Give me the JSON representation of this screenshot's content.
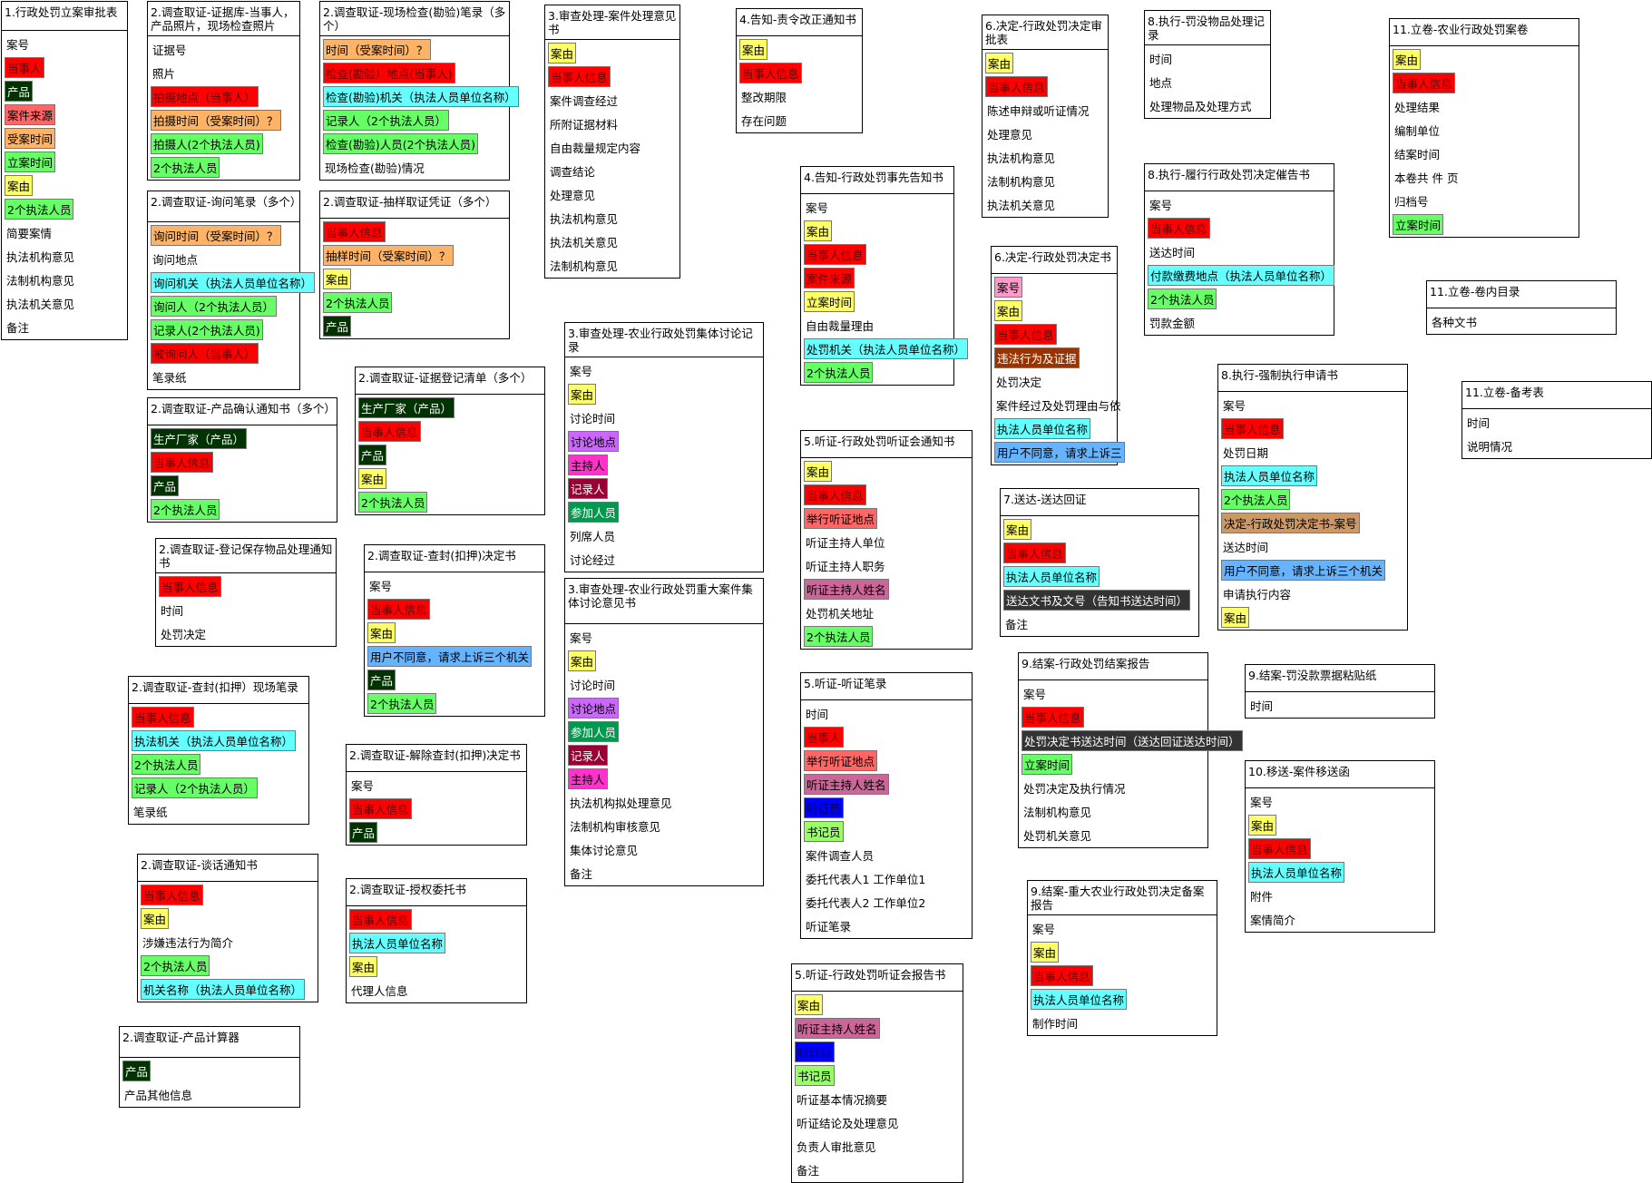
{
  "colors": {
    "red": "#ff0000",
    "yellow": "#ffff66",
    "orange": "#ffb366",
    "green": "#66ff66",
    "cyan": "#66ffff",
    "blue": "#66b3ff",
    "darkgreen": "#003300",
    "purple": "#cc66ff",
    "magenta": "#ff33cc",
    "maroon": "#990033",
    "teal": "#00994d",
    "mauve": "#cc6699",
    "navy": "#0000ff",
    "salmon": "#ff6666",
    "pink": "#ff99cc",
    "limegreen": "#99ff66",
    "olive": "#cc9966",
    "darkred": "#993300",
    "dark": "#333333"
  },
  "boxes": [
    {
      "title": "1.行政处罚立案审批表",
      "items": [
        {
          "t": "案号"
        },
        {
          "t": "当事人",
          "c": "red"
        },
        {
          "t": "产品",
          "c": "darkgreen"
        },
        {
          "t": "案件来源",
          "c": "salmon"
        },
        {
          "t": "受案时间",
          "c": "orange"
        },
        {
          "t": "立案时间",
          "c": "green"
        },
        {
          "t": "案由",
          "c": "yellow"
        },
        {
          "t": "2个执法人员",
          "c": "green"
        },
        {
          "t": "简要案情"
        },
        {
          "t": "执法机构意见"
        },
        {
          "t": "法制机构意见"
        },
        {
          "t": "执法机关意见"
        },
        {
          "t": "备注"
        }
      ]
    },
    {
      "title": "2.调查取证-证据库-当事人，产品照片，现场检查照片",
      "items": [
        {
          "t": "证据号"
        },
        {
          "t": "照片"
        },
        {
          "t": "拍摄地点（当事人）",
          "c": "red"
        },
        {
          "t": "拍摄时间（受案时间）？",
          "c": "orange"
        },
        {
          "t": "拍摄人(2个执法人员)",
          "c": "green"
        },
        {
          "t": "2个执法人员",
          "c": "green"
        }
      ]
    },
    {
      "title": "2.调查取证-询问笔录（多个）",
      "items": [
        {
          "t": "询问时间（受案时间）？",
          "c": "orange"
        },
        {
          "t": "询问地点"
        },
        {
          "t": "询问机关（执法人员单位名称）",
          "c": "cyan"
        },
        {
          "t": "询问人（2个执法人员）",
          "c": "green"
        },
        {
          "t": "记录人(2个执法人员)",
          "c": "green"
        },
        {
          "t": "被询问人（当事人）",
          "c": "red"
        },
        {
          "t": "笔录纸"
        }
      ]
    },
    {
      "title": "2.调查取证-产品确认通知书（多个）",
      "items": [
        {
          "t": "生产厂家（产品）",
          "c": "darkgreen"
        },
        {
          "t": "当事人信息",
          "c": "red"
        },
        {
          "t": "产品",
          "c": "darkgreen"
        },
        {
          "t": "2个执法人员",
          "c": "green"
        }
      ]
    },
    {
      "title": "2.调查取证-登记保存物品处理通知书",
      "items": [
        {
          "t": "当事人信息",
          "c": "red"
        },
        {
          "t": "时间"
        },
        {
          "t": "处罚决定"
        }
      ]
    },
    {
      "title": "2.调查取证-查封(扣押）现场笔录",
      "items": [
        {
          "t": "当事人信息",
          "c": "red"
        },
        {
          "t": "执法机关（执法人员单位名称）",
          "c": "cyan"
        },
        {
          "t": "2个执法人员",
          "c": "green"
        },
        {
          "t": "记录人（2个执法人员）",
          "c": "green"
        },
        {
          "t": "笔录纸"
        }
      ]
    },
    {
      "title": "2.调查取证-谈话通知书",
      "items": [
        {
          "t": "当事人信息",
          "c": "red"
        },
        {
          "t": "案由",
          "c": "yellow"
        },
        {
          "t": "涉嫌违法行为简介"
        },
        {
          "t": "2个执法人员",
          "c": "green"
        },
        {
          "t": "机关名称（执法人员单位名称）",
          "c": "cyan"
        }
      ]
    },
    {
      "title": "2.调查取证-产品计算器",
      "items": [
        {
          "t": "产品",
          "c": "darkgreen"
        },
        {
          "t": "产品其他信息"
        }
      ]
    },
    {
      "title": "2.调查取证-现场检查(勘验)笔录（多个）",
      "items": [
        {
          "t": "时间（受案时间）？",
          "c": "orange"
        },
        {
          "t": "检查(勘验）地点(当事人)",
          "c": "red"
        },
        {
          "t": "检查(勘验)机关（执法人员单位名称）",
          "c": "cyan"
        },
        {
          "t": "记录人（2个执法人员）",
          "c": "green"
        },
        {
          "t": "检查(勘验)人员(2个执法人员)",
          "c": "green"
        },
        {
          "t": "现场检查(勘验)情况"
        }
      ]
    },
    {
      "title": "2.调查取证-抽样取证凭证（多个）",
      "items": [
        {
          "t": "当事人信息",
          "c": "red"
        },
        {
          "t": "抽样时间（受案时间）？",
          "c": "orange"
        },
        {
          "t": "案由",
          "c": "yellow"
        },
        {
          "t": "2个执法人员",
          "c": "green"
        },
        {
          "t": "产品",
          "c": "darkgreen"
        }
      ]
    },
    {
      "title": "2.调查取证-证据登记清单（多个）",
      "items": [
        {
          "t": "生产厂家（产品）",
          "c": "darkgreen"
        },
        {
          "t": "当事人信息",
          "c": "red"
        },
        {
          "t": "产品",
          "c": "darkgreen"
        },
        {
          "t": "案由",
          "c": "yellow"
        },
        {
          "t": "2个执法人员",
          "c": "green"
        }
      ]
    },
    {
      "title": "2.调查取证-查封(扣押)决定书",
      "items": [
        {
          "t": "案号"
        },
        {
          "t": "当事人信息",
          "c": "red"
        },
        {
          "t": "案由",
          "c": "yellow"
        },
        {
          "t": "用户不同意，请求上诉三个机关",
          "c": "blue"
        },
        {
          "t": "产品",
          "c": "darkgreen"
        },
        {
          "t": "2个执法人员",
          "c": "green"
        }
      ]
    },
    {
      "title": "2.调查取证-解除查封(扣押)决定书",
      "items": [
        {
          "t": "案号"
        },
        {
          "t": "当事人信息",
          "c": "red"
        },
        {
          "t": "产品",
          "c": "darkgreen"
        }
      ]
    },
    {
      "title": "2.调查取证-授权委托书",
      "items": [
        {
          "t": "当事人信息",
          "c": "red"
        },
        {
          "t": "执法人员单位名称",
          "c": "cyan"
        },
        {
          "t": "案由",
          "c": "yellow"
        },
        {
          "t": "代理人信息"
        }
      ]
    },
    {
      "title": "3.审查处理-案件处理意见书",
      "items": [
        {
          "t": "案由",
          "c": "yellow"
        },
        {
          "t": "当事人信息",
          "c": "red"
        },
        {
          "t": "案件调查经过"
        },
        {
          "t": "所附证据材料"
        },
        {
          "t": "自由裁量规定内容"
        },
        {
          "t": "调查结论"
        },
        {
          "t": "处理意见"
        },
        {
          "t": "执法机构意见"
        },
        {
          "t": "执法机关意见"
        },
        {
          "t": "法制机构意见"
        }
      ]
    },
    {
      "title": "3.审查处理-农业行政处罚集体讨论记录",
      "items": [
        {
          "t": "案号"
        },
        {
          "t": "案由",
          "c": "yellow"
        },
        {
          "t": "讨论时间"
        },
        {
          "t": "讨论地点",
          "c": "purple"
        },
        {
          "t": "主持人",
          "c": "magenta"
        },
        {
          "t": "记录人",
          "c": "maroon"
        },
        {
          "t": "参加人员",
          "c": "teal"
        },
        {
          "t": "列席人员"
        },
        {
          "t": "讨论经过"
        }
      ]
    },
    {
      "title": "3.审查处理-农业行政处罚重大案件集体讨论意见书",
      "items": [
        {
          "t": "案号"
        },
        {
          "t": "案由",
          "c": "yellow"
        },
        {
          "t": "讨论时间"
        },
        {
          "t": "讨论地点",
          "c": "purple"
        },
        {
          "t": "参加人员",
          "c": "teal"
        },
        {
          "t": "记录人",
          "c": "maroon"
        },
        {
          "t": "主持人",
          "c": "magenta"
        },
        {
          "t": "执法机构拟处理意见"
        },
        {
          "t": "法制机构审核意见"
        },
        {
          "t": "集体讨论意见"
        },
        {
          "t": "备注"
        }
      ]
    },
    {
      "title": "4.告知-责令改正通知书",
      "items": [
        {
          "t": "案由",
          "c": "yellow"
        },
        {
          "t": "当事人信息",
          "c": "red"
        },
        {
          "t": "整改期限"
        },
        {
          "t": "存在问题"
        }
      ]
    },
    {
      "title": "4.告知-行政处罚事先告知书",
      "items": [
        {
          "t": "案号"
        },
        {
          "t": "案由",
          "c": "yellow"
        },
        {
          "t": "当事人信息",
          "c": "red"
        },
        {
          "t": "案件来源",
          "c": "red"
        },
        {
          "t": "立案时间",
          "c": "yellow"
        },
        {
          "t": "自由裁量理由"
        },
        {
          "t": "处罚机关（执法人员单位名称）",
          "c": "cyan"
        },
        {
          "t": "2个执法人员",
          "c": "green"
        }
      ]
    },
    {
      "title": "5.听证-行政处罚听证会通知书",
      "items": [
        {
          "t": "案由",
          "c": "yellow"
        },
        {
          "t": "当事人信息",
          "c": "red"
        },
        {
          "t": "举行听证地点",
          "c": "salmon"
        },
        {
          "t": "听证主持人单位"
        },
        {
          "t": "听证主持人职务"
        },
        {
          "t": "听证主持人姓名",
          "c": "mauve"
        },
        {
          "t": "处罚机关地址"
        },
        {
          "t": "2个执法人员",
          "c": "green"
        }
      ]
    },
    {
      "title": "5.听证-听证笔录",
      "items": [
        {
          "t": "时间"
        },
        {
          "t": "当事人",
          "c": "red"
        },
        {
          "t": "举行听证地点",
          "c": "salmon"
        },
        {
          "t": "听证主持人姓名",
          "c": "mauve"
        },
        {
          "t": "听证员",
          "c": "navy"
        },
        {
          "t": "书记员",
          "c": "limegreen"
        },
        {
          "t": "案件调查人员"
        },
        {
          "t": "委托代表人1 工作单位1"
        },
        {
          "t": "委托代表人2 工作单位2"
        },
        {
          "t": "听证笔录"
        }
      ]
    },
    {
      "title": "5.听证-行政处罚听证会报告书",
      "items": [
        {
          "t": "案由",
          "c": "yellow"
        },
        {
          "t": "听证主持人姓名",
          "c": "mauve"
        },
        {
          "t": "听证员",
          "c": "navy"
        },
        {
          "t": "书记员",
          "c": "limegreen"
        },
        {
          "t": "听证基本情况摘要"
        },
        {
          "t": "听证结论及处理意见"
        },
        {
          "t": "负责人审批意见"
        },
        {
          "t": "备注"
        }
      ]
    },
    {
      "title": "6.决定-行政处罚决定审批表",
      "items": [
        {
          "t": "案由",
          "c": "yellow"
        },
        {
          "t": "当事人信息",
          "c": "red"
        },
        {
          "t": "陈述申辩或听证情况"
        },
        {
          "t": "处理意见"
        },
        {
          "t": "执法机构意见"
        },
        {
          "t": "法制机构意见"
        },
        {
          "t": "执法机关意见"
        }
      ]
    },
    {
      "title": "6.决定-行政处罚决定书",
      "items": [
        {
          "t": "案号",
          "c": "pink"
        },
        {
          "t": "案由",
          "c": "yellow"
        },
        {
          "t": "当事人信息",
          "c": "red"
        },
        {
          "t": "违法行为及证据",
          "c": "darkred"
        },
        {
          "t": "处罚决定"
        },
        {
          "t": "案件经过及处罚理由与依"
        },
        {
          "t": "执法人员单位名称",
          "c": "cyan"
        },
        {
          "t": "用户不同意，请求上诉三",
          "c": "blue"
        }
      ]
    },
    {
      "title": "7.送达-送达回证",
      "items": [
        {
          "t": "案由",
          "c": "yellow"
        },
        {
          "t": "当事人信息",
          "c": "red"
        },
        {
          "t": "执法人员单位名称",
          "c": "cyan"
        },
        {
          "t": "送达文书及文号（告知书送达时间）",
          "c": "dark"
        },
        {
          "t": "备注"
        }
      ]
    },
    {
      "title": "8.执行-罚没物品处理记录",
      "items": [
        {
          "t": "时间"
        },
        {
          "t": "地点"
        },
        {
          "t": "处理物品及处理方式"
        }
      ]
    },
    {
      "title": "8.执行-履行行政处罚决定催告书",
      "items": [
        {
          "t": "案号"
        },
        {
          "t": "当事人信息",
          "c": "red"
        },
        {
          "t": "送达时间"
        },
        {
          "t": "付款缴费地点（执法人员单位名称）",
          "c": "cyan"
        },
        {
          "t": "2个执法人员",
          "c": "green"
        },
        {
          "t": "罚款金额"
        }
      ]
    },
    {
      "title": "8.执行-强制执行申请书",
      "items": [
        {
          "t": "案号"
        },
        {
          "t": "当事人信息",
          "c": "red"
        },
        {
          "t": "处罚日期"
        },
        {
          "t": "执法人员单位名称",
          "c": "cyan"
        },
        {
          "t": "2个执法人员",
          "c": "green"
        },
        {
          "t": "决定-行政处罚决定书-案号",
          "c": "olive"
        },
        {
          "t": "送达时间"
        },
        {
          "t": "用户不同意，请求上诉三个机关",
          "c": "blue"
        },
        {
          "t": "申请执行内容"
        },
        {
          "t": "案由",
          "c": "yellow"
        }
      ]
    },
    {
      "title": "9.结案-行政处罚结案报告",
      "items": [
        {
          "t": "案号"
        },
        {
          "t": "当事人信息",
          "c": "red"
        },
        {
          "t": "处罚决定书送达时间（送达回证送达时间）",
          "c": "dark"
        },
        {
          "t": "立案时间",
          "c": "green"
        },
        {
          "t": "处罚决定及执行情况"
        },
        {
          "t": "法制机构意见"
        },
        {
          "t": "处罚机关意见"
        }
      ]
    },
    {
      "title": "9.结案-重大农业行政处罚决定备案报告",
      "items": [
        {
          "t": "案号"
        },
        {
          "t": "案由",
          "c": "yellow"
        },
        {
          "t": "当事人信息",
          "c": "red"
        },
        {
          "t": "执法人员单位名称",
          "c": "cyan"
        },
        {
          "t": "制作时间"
        }
      ]
    },
    {
      "title": "9.结案-罚没款票据粘贴纸",
      "items": [
        {
          "t": "时间"
        }
      ]
    },
    {
      "title": "10.移送-案件移送函",
      "items": [
        {
          "t": "案号"
        },
        {
          "t": "案由",
          "c": "yellow"
        },
        {
          "t": "当事人信息",
          "c": "red"
        },
        {
          "t": "执法人员单位名称",
          "c": "cyan"
        },
        {
          "t": "附件"
        },
        {
          "t": "案情简介"
        }
      ]
    },
    {
      "title": "11.立卷-农业行政处罚案卷",
      "items": [
        {
          "t": "案由",
          "c": "yellow"
        },
        {
          "t": "当事人信息",
          "c": "red"
        },
        {
          "t": "处理结果"
        },
        {
          "t": "编制单位"
        },
        {
          "t": "结案时间"
        },
        {
          "t": "本卷共 件 页"
        },
        {
          "t": "归档号"
        },
        {
          "t": "立案时间",
          "c": "green"
        }
      ]
    },
    {
      "title": "11.立卷-卷内目录",
      "items": [
        {
          "t": "各种文书"
        }
      ]
    },
    {
      "title": "11.立卷-备考表",
      "items": [
        {
          "t": "时间"
        },
        {
          "t": "说明情况"
        }
      ]
    }
  ]
}
